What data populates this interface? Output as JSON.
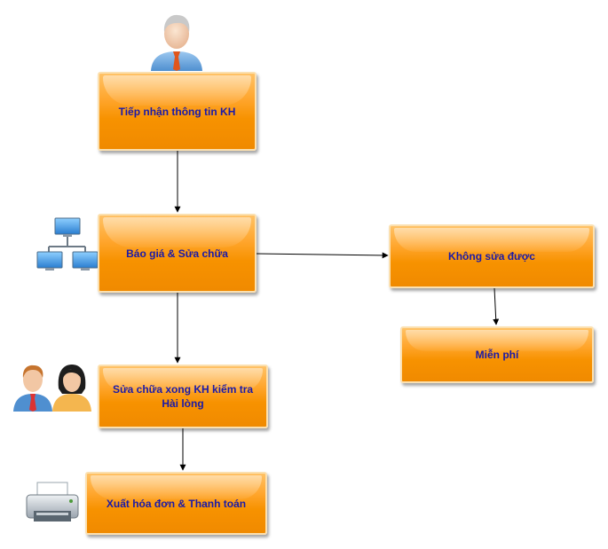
{
  "nodes": {
    "receive": "Tiếp nhận thông tin KH",
    "quote": "Báo giá & Sửa chữa",
    "cannot_fix": "Không sửa được",
    "free": "Miễn phí",
    "done_line1": "Sửa chữa xong KH kiểm tra",
    "done_line2": "Hài lòng",
    "invoice": "Xuất hóa đơn & Thanh toán"
  },
  "icons": [
    "customer-person-icon",
    "network-computers-icon",
    "man-icon",
    "woman-icon",
    "printer-icon"
  ],
  "colors": {
    "box_fill": "#f79200",
    "box_text": "#1a1aa8",
    "box_border": "#fbe0b0"
  }
}
